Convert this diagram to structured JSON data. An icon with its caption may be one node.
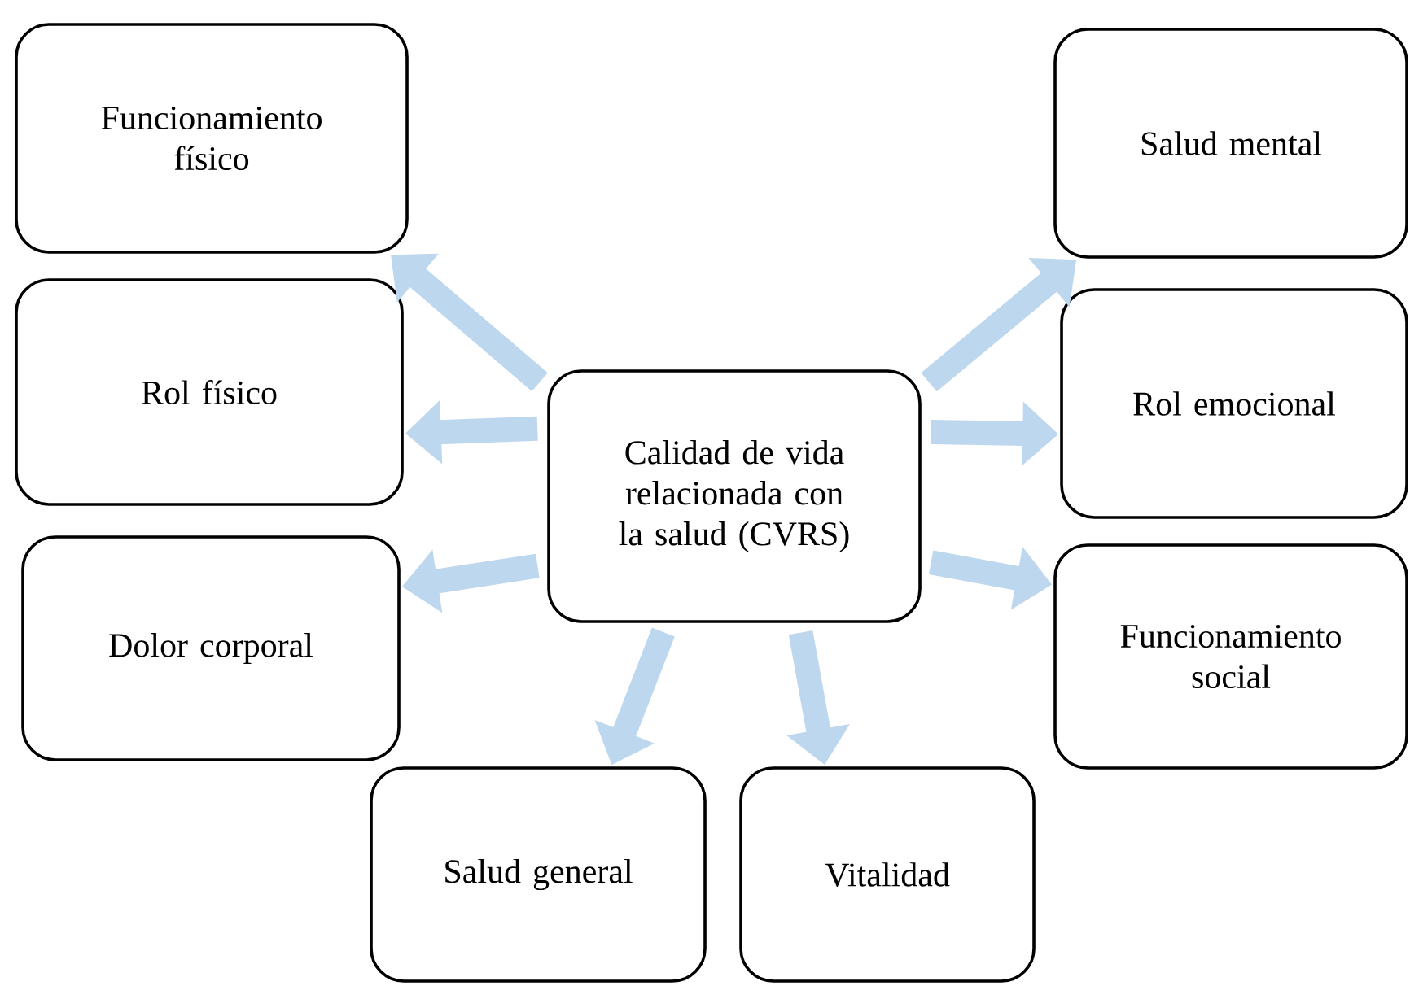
{
  "diagram": {
    "nodes": [
      {
        "text": [
          "Calidad de vida relacionada con la salud (CVRS)"
        ]
      },
      {
        "text": [
          "Funcionamiento físico"
        ]
      },
      {
        "text": [
          "Salud mental"
        ]
      },
      {
        "text": [
          "Rol físico"
        ]
      },
      {
        "text": [
          "Rol emocional"
        ]
      },
      {
        "text": [
          "Dolor corporal"
        ]
      },
      {
        "text": [
          "Funcionamiento social"
        ]
      },
      {
        "text": [
          "Salud general"
        ]
      },
      {
        "text": [
          "Vitalidad"
        ]
      }
    ],
    "edges": [
      {
        "from": 0,
        "to": 1,
        "arrow": "to"
      },
      {
        "from": 0,
        "to": 2,
        "arrow": "to"
      },
      {
        "from": 0,
        "to": 3,
        "arrow": "to"
      },
      {
        "from": 0,
        "to": 4,
        "arrow": "to"
      },
      {
        "from": 0,
        "to": 5,
        "arrow": "to"
      },
      {
        "from": 0,
        "to": 6,
        "arrow": "to"
      },
      {
        "from": 0,
        "to": 7,
        "arrow": "to"
      },
      {
        "from": 0,
        "to": 8,
        "arrow": "to"
      }
    ]
  }
}
